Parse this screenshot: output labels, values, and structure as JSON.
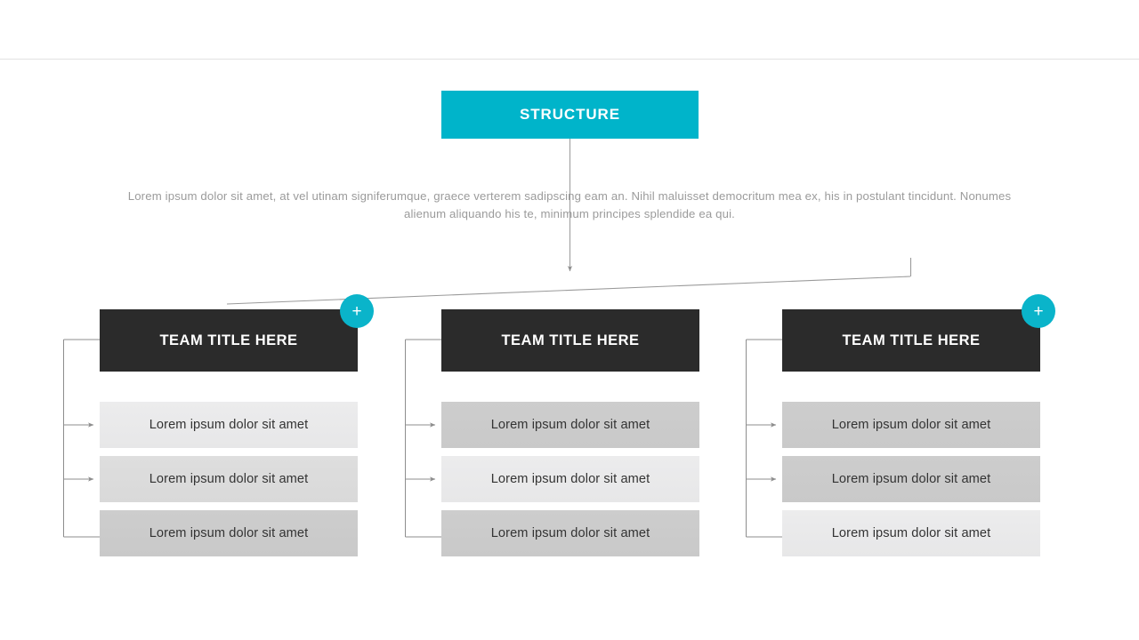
{
  "slide": {
    "master_title": "STRUCTURE",
    "description": "Lorem ipsum dolor sit amet, at vel utinam signiferumque, graece verterem sadipscing eam an. Nihil maluisset democritum mea ex, his in postulant tincidunt. Nonumes alienum aliquando his te, minimum principes splendide ea qui.",
    "accent_color": "#00b4ca",
    "header_color": "#2b2b2b",
    "columns": [
      {
        "title": "TEAM TITLE HERE",
        "items": [
          {
            "label": "Lorem ipsum dolor sit amet",
            "shade": "shade-light"
          },
          {
            "label": "Lorem ipsum dolor sit amet",
            "shade": "shade-mid"
          },
          {
            "label": "Lorem ipsum dolor sit amet",
            "shade": "shade-dark"
          }
        ]
      },
      {
        "title": "TEAM TITLE HERE",
        "items": [
          {
            "label": "Lorem ipsum dolor sit amet",
            "shade": "shade-dark"
          },
          {
            "label": "Lorem ipsum dolor sit amet",
            "shade": "shade-light"
          },
          {
            "label": "Lorem ipsum dolor sit amet",
            "shade": "shade-dark"
          }
        ]
      },
      {
        "title": "TEAM TITLE HERE",
        "items": [
          {
            "label": "Lorem ipsum dolor sit amet",
            "shade": "shade-dark"
          },
          {
            "label": "Lorem ipsum dolor sit amet",
            "shade": "shade-dark"
          },
          {
            "label": "Lorem ipsum dolor sit amet",
            "shade": "shade-light"
          }
        ]
      }
    ],
    "badges": [
      {
        "glyph": "+",
        "name": "add-badge-left"
      },
      {
        "glyph": "+",
        "name": "add-badge-right"
      }
    ]
  }
}
